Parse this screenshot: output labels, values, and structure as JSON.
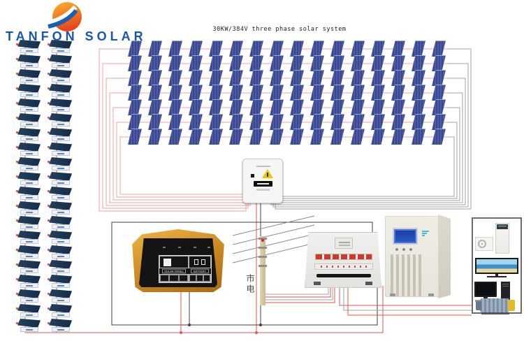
{
  "brand": {
    "name": "TANFON SOLAR"
  },
  "title": "30KW/384V three phase solar system",
  "labels": {
    "utility_power": "市电",
    "controller_left": "SOLAR PANEL",
    "controller_right": "BATTERY"
  },
  "pv": {
    "grid_rows": 7,
    "grid_cols": 16,
    "left_columns": 2,
    "panels_per_left_column": 20
  },
  "colors": {
    "brand_blue": "#1857ad",
    "logo_orange_top": "#f9b234",
    "logo_orange_bottom": "#e8431f",
    "panel_blue": "#46549b",
    "panel_dark_navy": "#16355c",
    "wire_string_red": "#f2a0a0",
    "wire_negative_grey": "#a2a2a2",
    "wire_red": "#e05555",
    "wire_black": "#3f3f3f",
    "pole_wire": "#8a8a8a",
    "warning_yellow": "#f3c00e"
  }
}
